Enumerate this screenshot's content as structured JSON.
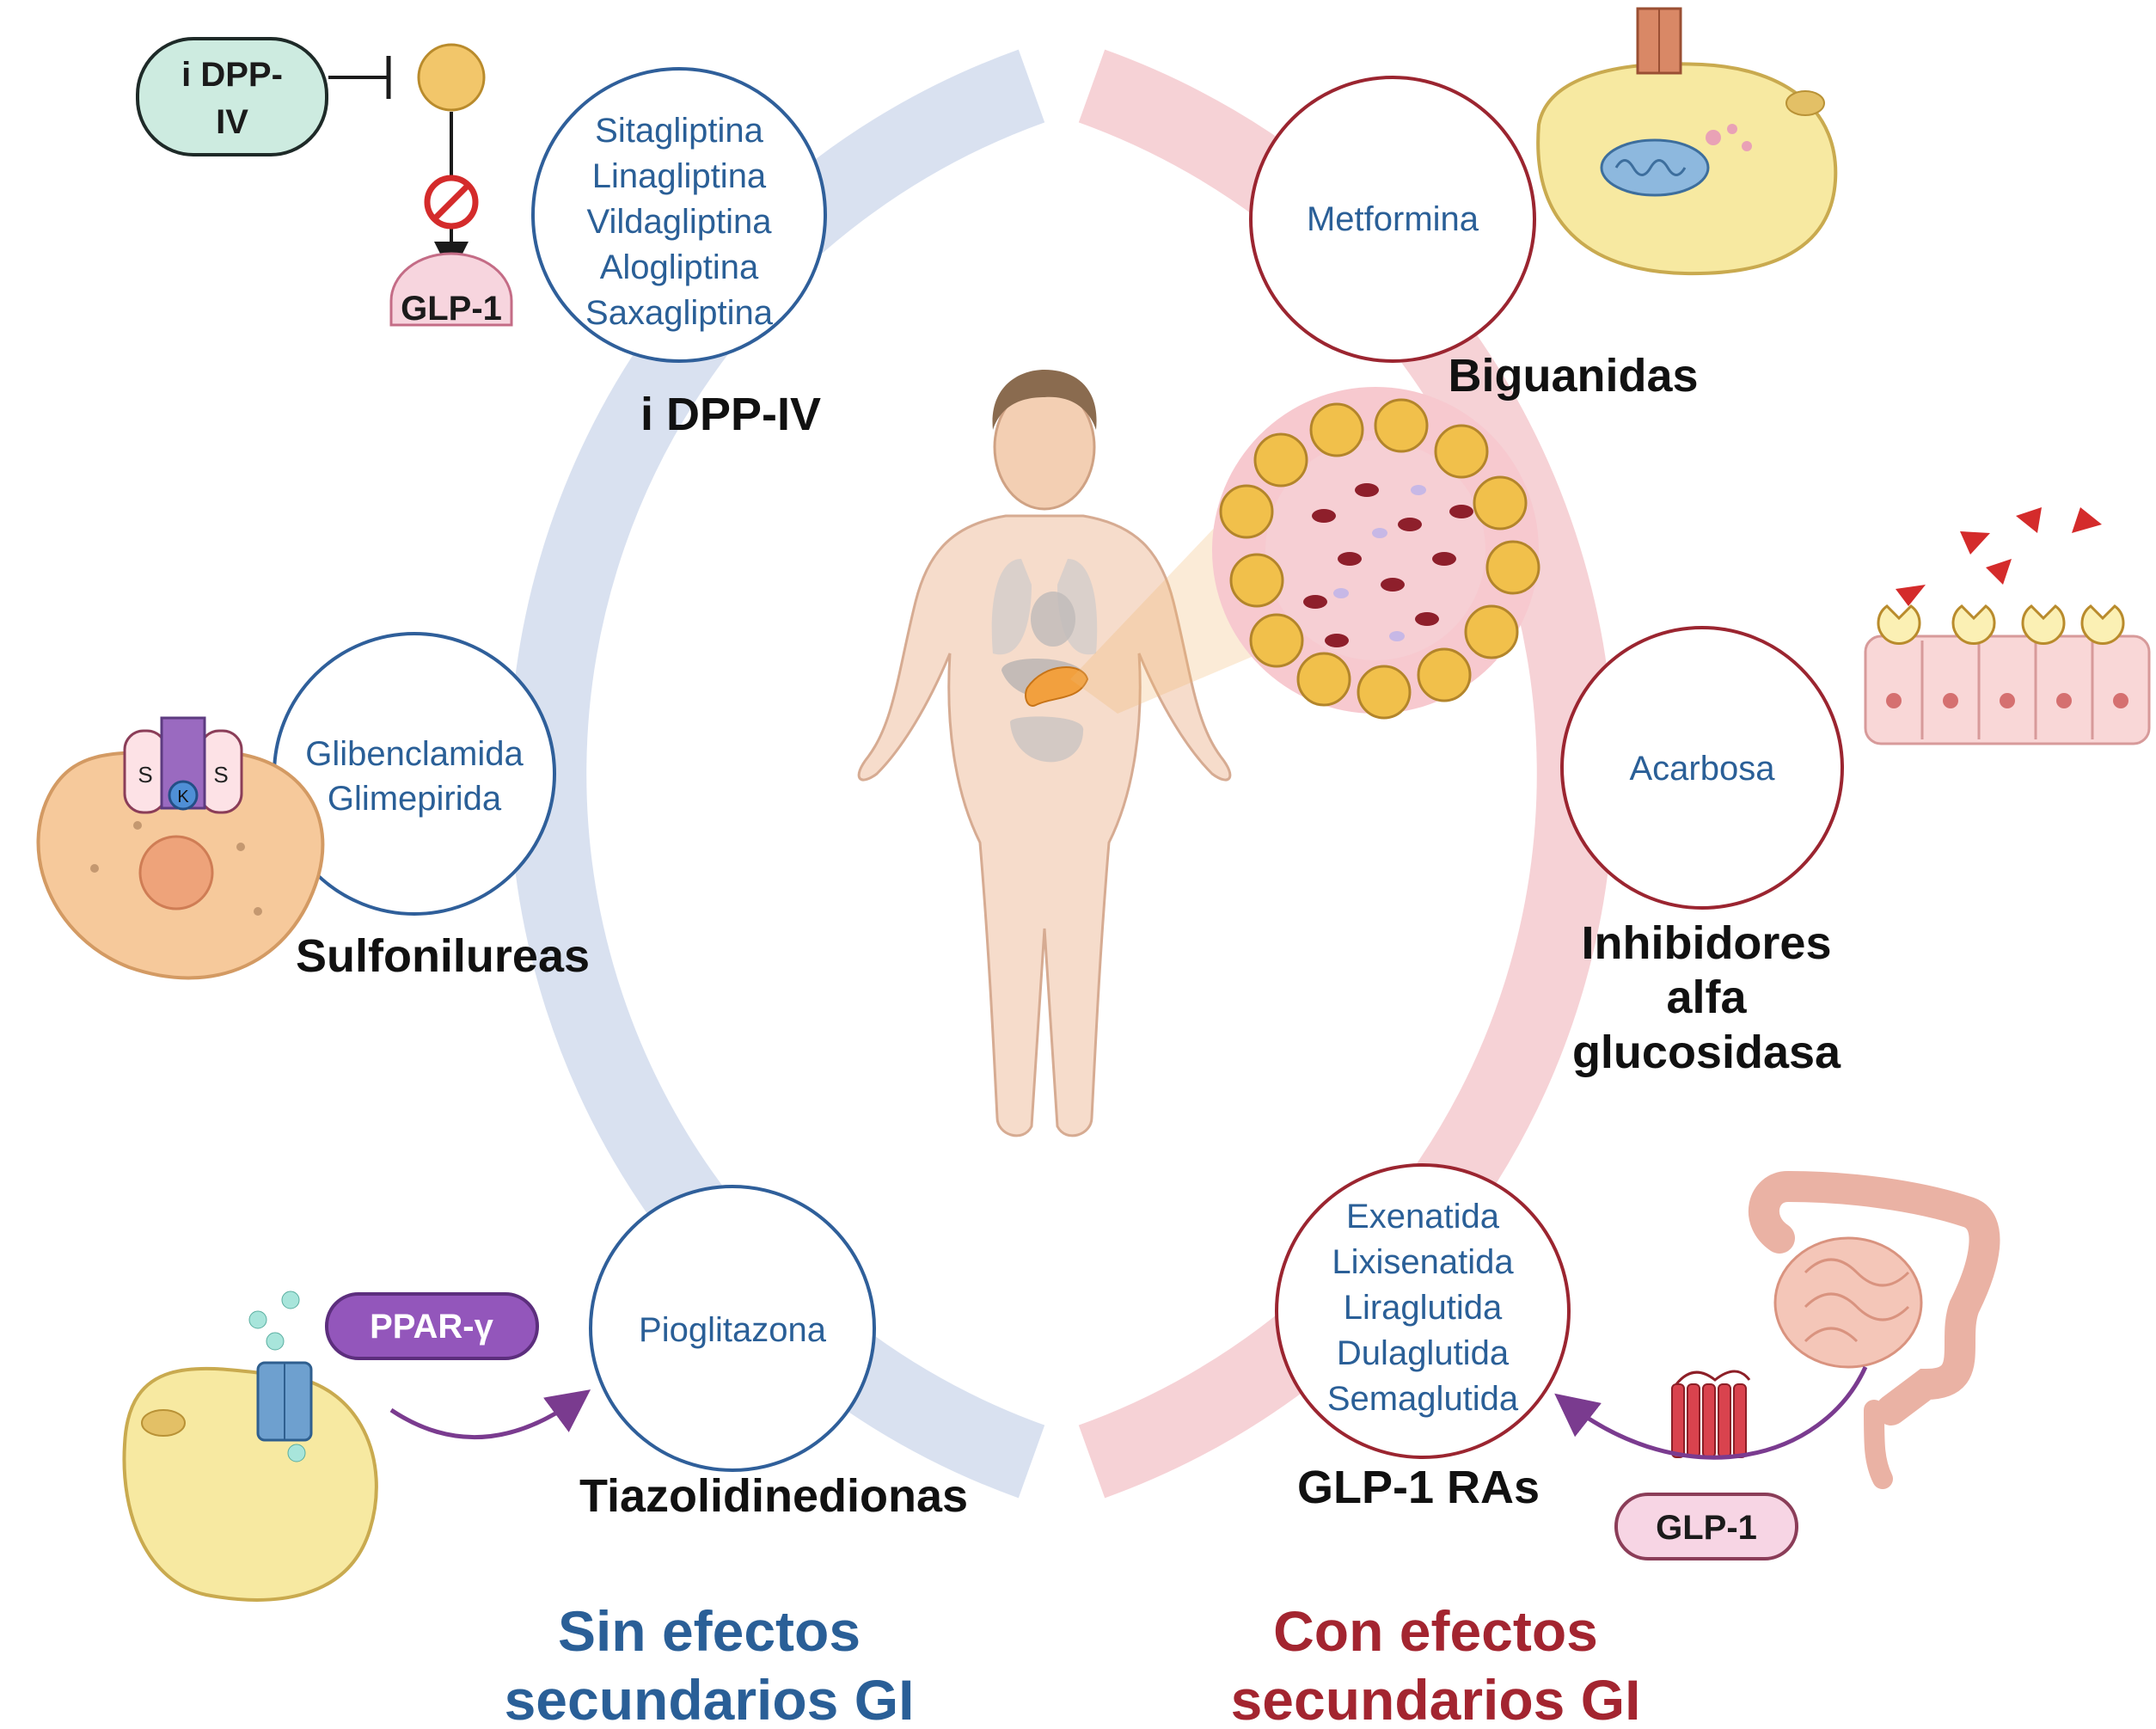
{
  "ring": {
    "left_color": "#d9e1f0",
    "right_color": "#f6d2d6"
  },
  "circles": {
    "idpp": {
      "drugs": [
        "Sitagliptina",
        "Linagliptina",
        "Vildagliptina",
        "Alogliptina",
        "Saxagliptina"
      ],
      "class_label": "i DPP-IV"
    },
    "sulf": {
      "drugs": [
        "Glibenclamida",
        "Glimepirida"
      ],
      "class_label": "Sulfonilureas"
    },
    "tzd": {
      "drugs": [
        "Pioglitazona"
      ],
      "class_label": "Tiazolidinedionas"
    },
    "metf": {
      "drugs": [
        "Metformina"
      ],
      "class_label": "Biguanidas"
    },
    "acar": {
      "drugs": [
        "Acarbosa"
      ],
      "class_label": [
        "Inhibidores",
        "alfa",
        "glucosidasa"
      ]
    },
    "glp": {
      "drugs": [
        "Exenatida",
        "Lixisenatida",
        "Liraglutida",
        "Dulaglutida",
        "Semaglutida"
      ],
      "class_label": "GLP-1 RAs"
    }
  },
  "icons": {
    "idpp_pill": [
      "i DPP-",
      "IV"
    ],
    "glp1_receptor": "GLP-1",
    "ppar_pill": "PPAR-γ",
    "channel_labels": {
      "s_left": "S",
      "k": "K",
      "s_right": "S"
    },
    "glp1_pill": "GLP-1"
  },
  "footer": {
    "left": [
      "Sin efectos",
      "secundarios GI"
    ],
    "right": [
      "Con efectos",
      "secundarios GI"
    ]
  },
  "colors": {
    "blue_text": "#2a5f97",
    "red_text": "#a32530",
    "blue_circle": "#2f5f9a",
    "red_circle": "#9b2530",
    "purple_arrow": "#7a3b8f"
  }
}
